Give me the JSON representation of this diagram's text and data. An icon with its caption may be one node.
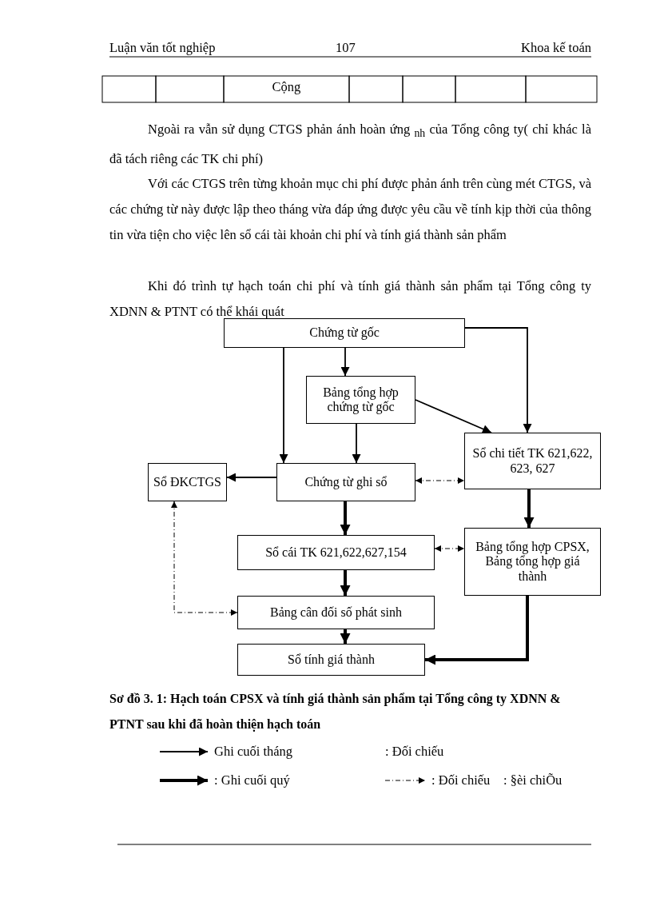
{
  "diagram": {
    "caption": "Sơ đồ 3. 1: Hạch toán CPSX và tính giá thành sản phẩm tại Tổng công ty XDNN & PTNT sau khi đã hoàn thiện hạch toán",
    "nodes": [
      {
        "text": [
          "Chứng từ gốc"
        ]
      },
      {
        "text": [
          "Bảng tổng hợp chứng từ gốc"
        ]
      },
      {
        "text": [
          "Sổ chi tiết TK 621,622, 623, 627"
        ]
      },
      {
        "text": [
          "Sổ ĐKCTGS"
        ]
      },
      {
        "text": [
          "Chứng từ ghi sổ"
        ]
      },
      {
        "text": [
          "Sổ cái TK 621,622,627,154"
        ]
      },
      {
        "text": [
          "Bảng tổng hợp CPSX, Bảng tổng hợp giá thành"
        ]
      },
      {
        "text": [
          "Bảng cân đối số phát sinh"
        ]
      },
      {
        "text": [
          "Sổ tính giá thành"
        ]
      }
    ],
    "edges": [
      {
        "from": 0,
        "to": 4,
        "arrow": "to"
      },
      {
        "from": 0,
        "to": 1,
        "arrow": "to"
      },
      {
        "from": 0,
        "to": 2,
        "arrow": "to"
      },
      {
        "from": 1,
        "to": 2,
        "arrow": "to"
      },
      {
        "from": 1,
        "to": 4,
        "arrow": "to"
      },
      {
        "from": 4,
        "to": 3,
        "arrow": "to"
      },
      {
        "from": 4,
        "to": 2,
        "arrow": "both",
        "style": "dashed"
      },
      {
        "from": 2,
        "to": 6,
        "arrow": "to",
        "style": "thick"
      },
      {
        "from": 4,
        "to": 5,
        "arrow": "to",
        "style": "thick"
      },
      {
        "from": 5,
        "to": 6,
        "arrow": "both",
        "style": "dashed"
      },
      {
        "from": 5,
        "to": 7,
        "arrow": "to",
        "style": "thick"
      },
      {
        "from": 3,
        "to": 7,
        "arrow": "both",
        "style": "dashed"
      },
      {
        "from": 7,
        "to": 8,
        "arrow": "to",
        "style": "thick"
      },
      {
        "from": 6,
        "to": 8,
        "arrow": "to",
        "style": "thick"
      }
    ],
    "labels": [
      "Luận văn tốt nghiệp",
      "107",
      "Khoa kế toán",
      "Cộng",
      "Ngoài ra vẫn sử dụng CTGS phản ánh hoàn ứng $_{nh}$ của Tổng công ty( chỉ khác là đã tách riêng các TK chi phí)",
      "Với các CTGS trên từng khoản mục chi phí được phản ánh trên cùng mét CTGS, và các chứng từ này được lập theo tháng vừa đáp ứng được yêu cầu về tính kịp thời của thông tin vừa tiện cho việc lên sổ cái tài khoản chi phí và tính giá thành sản phẩm",
      "Khi đó trình tự hạch toán chi phí và tính giá thành sản phẩm tại Tổng công ty XDNN & PTNT có thể khái quát",
      ": Đối chiếu",
      ": §èi chiÕu"
    ],
    "legend": [
      {
        "text": "Ghi cuối tháng"
      },
      {
        "text": ": Ghi cuối quý"
      },
      {
        "text": ": Đối chiếu"
      }
    ]
  }
}
